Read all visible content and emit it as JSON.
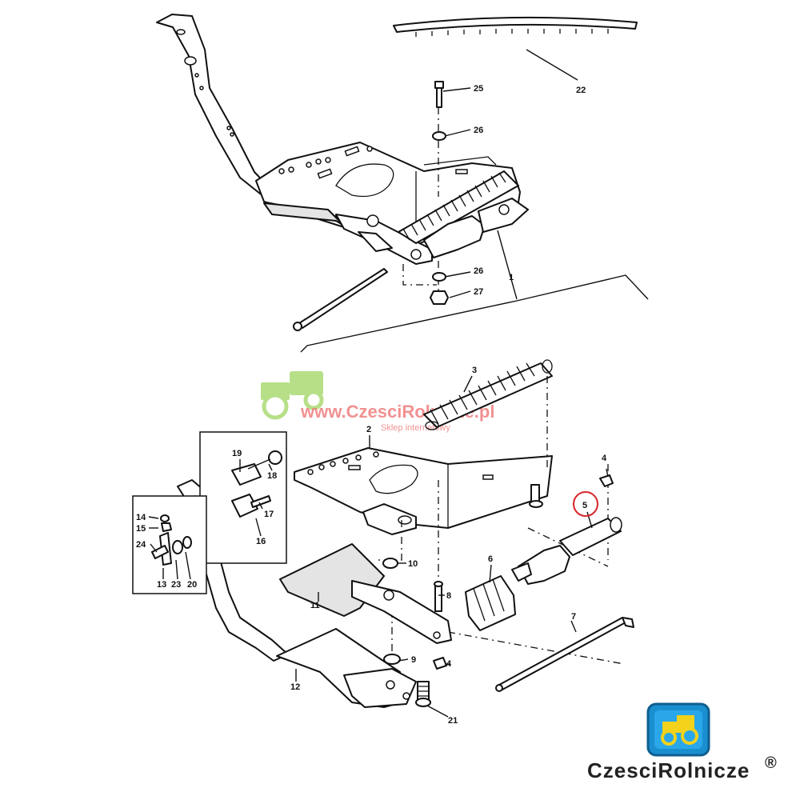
{
  "diagram": {
    "callouts": [
      {
        "id": "c1",
        "label": "1"
      },
      {
        "id": "c2",
        "label": "2"
      },
      {
        "id": "c3",
        "label": "3"
      },
      {
        "id": "c4a",
        "label": "4"
      },
      {
        "id": "c4b",
        "label": "4"
      },
      {
        "id": "c5",
        "label": "5"
      },
      {
        "id": "c6",
        "label": "6"
      },
      {
        "id": "c7",
        "label": "7"
      },
      {
        "id": "c8",
        "label": "8"
      },
      {
        "id": "c9",
        "label": "9"
      },
      {
        "id": "c10",
        "label": "10"
      },
      {
        "id": "c11",
        "label": "11"
      },
      {
        "id": "c12",
        "label": "12"
      },
      {
        "id": "c13",
        "label": "13"
      },
      {
        "id": "c14",
        "label": "14"
      },
      {
        "id": "c15",
        "label": "15"
      },
      {
        "id": "c16",
        "label": "16"
      },
      {
        "id": "c17",
        "label": "17"
      },
      {
        "id": "c18",
        "label": "18"
      },
      {
        "id": "c19",
        "label": "19"
      },
      {
        "id": "c20",
        "label": "20"
      },
      {
        "id": "c21",
        "label": "21"
      },
      {
        "id": "c22",
        "label": "22"
      },
      {
        "id": "c23",
        "label": "23"
      },
      {
        "id": "c24",
        "label": "24"
      },
      {
        "id": "c25",
        "label": "25"
      },
      {
        "id": "c26a",
        "label": "26"
      },
      {
        "id": "c26b",
        "label": "26"
      },
      {
        "id": "c27",
        "label": "27"
      }
    ],
    "highlighted_callout": "5",
    "highlight_color": "#d9262b"
  },
  "watermark": {
    "url": "www.CzesciRolnicze.pl",
    "subtitle": "Sklep internetowy",
    "color": "#ec5f5f",
    "icon": "tractor-icon",
    "icon_color": "#a6d86b"
  },
  "logo": {
    "name": "CzesciRolnicze",
    "mark": "®",
    "badge_color": "#1a8fd0",
    "tractor_color": "#f2d21b",
    "icon": "tractor-logo-icon"
  }
}
